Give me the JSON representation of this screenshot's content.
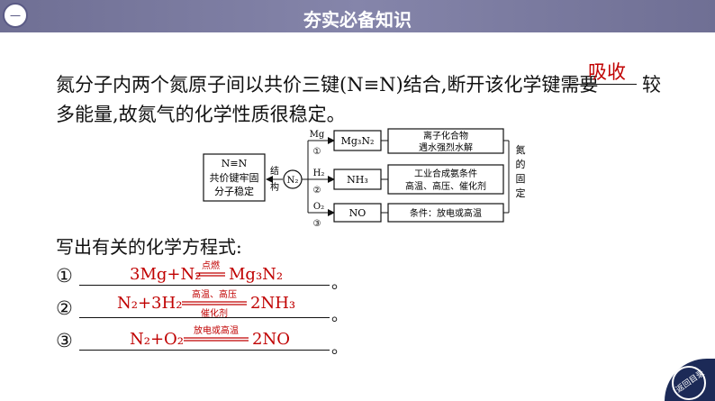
{
  "header": {
    "corner_glyph": "一",
    "title": "夯实必备知识"
  },
  "intro": {
    "line1": "氮分子内两个氮原子间以共价三键(N≡N)结合,断开该化学键需要",
    "line1_end": "较",
    "answer": "吸收",
    "line2": "多能量,故氮气的化学性质很稳定。"
  },
  "diagram": {
    "left_box": [
      "N≡N",
      "共价键牢固",
      "分子稳定"
    ],
    "structure_label": [
      "结",
      "构"
    ],
    "center_node": "N₂",
    "branches": [
      {
        "reagent": "Mg",
        "index": "①",
        "product": "Mg₃N₂",
        "note": [
          "离子化合物",
          "遇水强烈水解"
        ]
      },
      {
        "reagent": "H₂",
        "index": "②",
        "product": "NH₃",
        "note": [
          "工业合成氨条件",
          "高温、高压、催化剂"
        ]
      },
      {
        "reagent": "O₂",
        "index": "③",
        "product": "NO",
        "note": [
          "条件：放电或高温"
        ]
      }
    ],
    "right_label": [
      "氮",
      "的",
      "固",
      "定"
    ]
  },
  "equations_prompt": "写出有关的化学方程式:",
  "equations": [
    {
      "num": "①",
      "lhs": "3Mg+N₂",
      "condition_top": "点燃",
      "condition_bottom": "",
      "rhs": "Mg₃N₂",
      "end": "。"
    },
    {
      "num": "②",
      "lhs": "N₂+3H₂",
      "condition_top": "高温、高压",
      "condition_bottom": "催化剂",
      "rhs": "2NH₃",
      "end": "。"
    },
    {
      "num": "③",
      "lhs": "N₂+O₂",
      "condition_top": "放电或高温",
      "condition_bottom": "",
      "rhs": "2NO",
      "end": "。"
    }
  ],
  "nav": {
    "back_label": "返回目录"
  },
  "colors": {
    "topbar": "#7a7aa0",
    "answer": "#c00000",
    "equation": "#c00000",
    "badge": "#1c2a57"
  }
}
